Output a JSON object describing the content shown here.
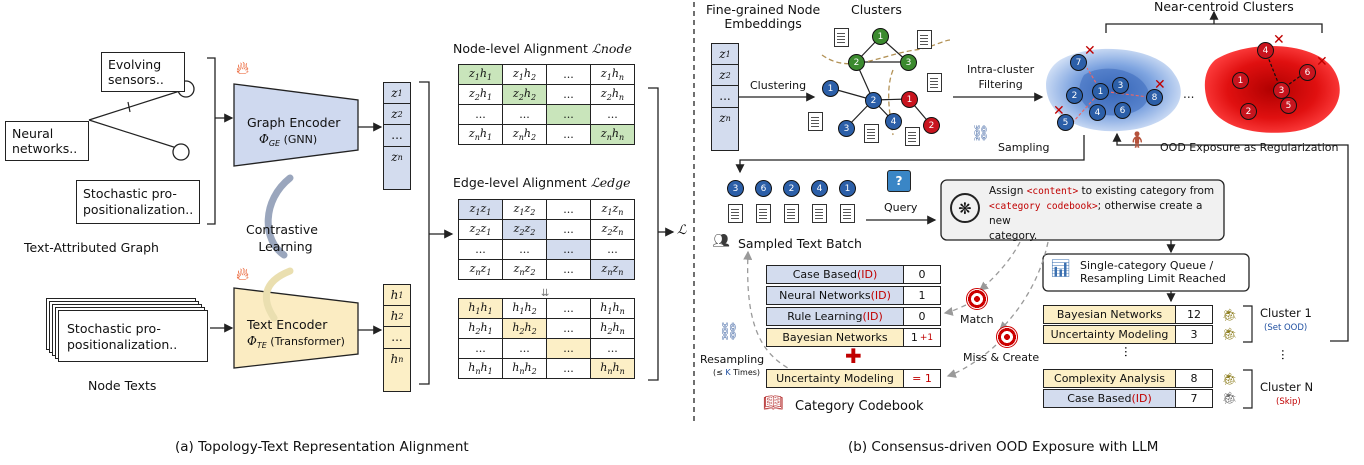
{
  "left": {
    "tag_graph": "Text-Attributed Graph",
    "tag_texts": "Node Texts",
    "graph_labels": [
      "Evolving sensors..",
      "Neural networks..",
      "Stochastic pro-positionalization.."
    ],
    "graph_labels_lines": [
      [
        "Evolving",
        "sensors.."
      ],
      [
        "Neural",
        "networks.."
      ],
      [
        "Stochastic pro-",
        "positionalization.."
      ]
    ],
    "stack_text_lines": [
      "Stochastic pro-",
      "positionalization.."
    ],
    "graph_encoder": {
      "name": "Graph Encoder",
      "sym": "Φ_GE (GNN)",
      "sym_main": "Φ",
      "sym_sub": "GE",
      "sym_tail": "(GNN)"
    },
    "text_encoder": {
      "name": "Text Encoder",
      "sym": "Φ_TE (Transformer)",
      "sym_main": "Φ",
      "sym_sub": "TE",
      "sym_tail": "(Transformer)"
    },
    "contrastive": [
      "Contrastive",
      "Learning"
    ],
    "z_vec": [
      "z1",
      "z2",
      "...",
      "zn"
    ],
    "h_vec": [
      "h1",
      "h2",
      "...",
      "hn"
    ],
    "node_align_title": "Node-level Alignment",
    "node_align_sym": "ℒnode",
    "edge_align_title": "Edge-level Alignment",
    "edge_align_sym": "ℒedge",
    "loss_sym": "ℒ",
    "node_matrix": [
      [
        "z1h1",
        "z1h2",
        "...",
        "z1hn"
      ],
      [
        "z2h1",
        "z2h2",
        "...",
        "z2hn"
      ],
      [
        "...",
        "...",
        "...",
        "..."
      ],
      [
        "znh1",
        "znh2",
        "...",
        "znhn"
      ]
    ],
    "zz_matrix": [
      [
        "z1z1",
        "z1z2",
        "...",
        "z1zn"
      ],
      [
        "z2z1",
        "z2z2",
        "...",
        "z2zn"
      ],
      [
        "...",
        "...",
        "...",
        "..."
      ],
      [
        "znz1",
        "znz2",
        "...",
        "znzn"
      ]
    ],
    "hh_matrix": [
      [
        "h1h1",
        "h1h2",
        "...",
        "h1hn"
      ],
      [
        "h2h1",
        "h2h2",
        "...",
        "h2hn"
      ],
      [
        "...",
        "...",
        "...",
        "..."
      ],
      [
        "hnh1",
        "hnh2",
        "...",
        "hnhn"
      ]
    ],
    "caption": "(a) Topology-Text Representation Alignment"
  },
  "right": {
    "fine_grained": [
      "Fine-grained Node",
      "Embeddings"
    ],
    "clusters": "Clusters",
    "near_centroid": "Near-centroid Clusters",
    "clustering": "Clustering",
    "intra_filter": [
      "Intra-cluster",
      "Filtering"
    ],
    "sampling": "Sampling",
    "ood_reg": "OOD Exposure as Regularization",
    "query": "Query",
    "sampled_batch": "Sampled Text Batch",
    "batch_ids": [
      "3",
      "6",
      "2",
      "4",
      "1"
    ],
    "prompt_lines": [
      [
        {
          "t": "Assign "
        },
        {
          "t": "<content>",
          "c": "red"
        },
        {
          "t": " to existing category from"
        }
      ],
      [
        {
          "t": "<category codebook>",
          "c": "red"
        },
        {
          "t": "; otherwise create a new"
        }
      ],
      [
        {
          "t": "category."
        }
      ]
    ],
    "single_queue": [
      "Single-category Queue /",
      "Resampling Limit Reached"
    ],
    "codebook_rows": [
      {
        "name": "Case Based ",
        "id": "(ID)",
        "count": "0"
      },
      {
        "name": "Neural Networks ",
        "id": "(ID)",
        "count": "1"
      },
      {
        "name": "Rule Learning ",
        "id": "(ID)",
        "count": "0"
      },
      {
        "name": "Bayesian Networks",
        "id": "",
        "count": "1",
        "inc": "+1"
      }
    ],
    "new_row": {
      "name": "Uncertainty Modeling",
      "count": "= 1"
    },
    "codebook_title": "Category Codebook",
    "match": "Match",
    "miss_create": "Miss & Create",
    "resampling": "Resampling",
    "resampling_sub": "(≤ K Times)",
    "resampling_sub_parts": [
      "(≤ ",
      "K",
      " Times)"
    ],
    "cluster1_rows": [
      {
        "name": "Bayesian Networks",
        "count": "12"
      },
      {
        "name": "Uncertainty Modeling",
        "count": "3"
      }
    ],
    "clusterN_rows": [
      {
        "name": "Complexity Analysis",
        "count": "8"
      },
      {
        "name": "Case Based ",
        "id": "(ID)",
        "count": "7"
      }
    ],
    "cluster1_label": "Cluster 1",
    "cluster1_sub": "(Set OOD)",
    "clusterN_label": "Cluster N",
    "clusterN_sub": "(Skip)",
    "dots": "...",
    "caption": "(b) Consensus-driven OOD Exposure with LLM"
  },
  "colors": {
    "green": "#c9e5bb",
    "blue": "#d3dcee",
    "yellow": "#fcefc6",
    "encoder_blue": "#cfd9ef",
    "encoder_yellow": "#fbecc2",
    "red_node": "#c8141e",
    "blue_node": "#2c5fa8",
    "green_node": "#3b8a2e"
  }
}
